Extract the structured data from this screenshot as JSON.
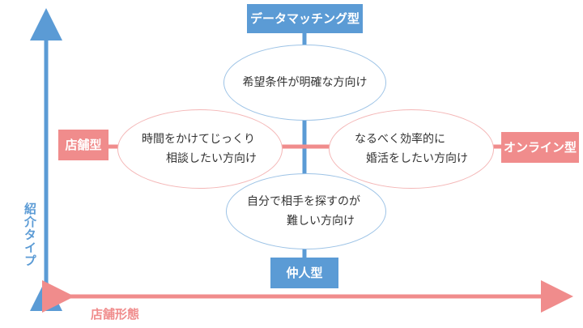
{
  "axes": {
    "vertical_label": "紹介タイプ",
    "horizontal_label": "店舗形態"
  },
  "endpoints": {
    "top": "データマッチング型",
    "bottom": "仲人型",
    "left": "店舗型",
    "right": "オンライン型"
  },
  "quadrants": {
    "top": [
      "希望条件が明確な方向け"
    ],
    "left": [
      "時間をかけてじっくり",
      "相談したい方向け"
    ],
    "right": [
      "なるべく効率的に",
      "婚活をしたい方向け"
    ],
    "bottom": [
      "自分で相手を探すのが",
      "難しい方向け"
    ]
  },
  "colors": {
    "vertical_axis": "#5b9bd5",
    "horizontal_axis": "#f08c8c",
    "oval_border": "#9dc3e6",
    "oval_border_side": "#f4b6b6"
  }
}
